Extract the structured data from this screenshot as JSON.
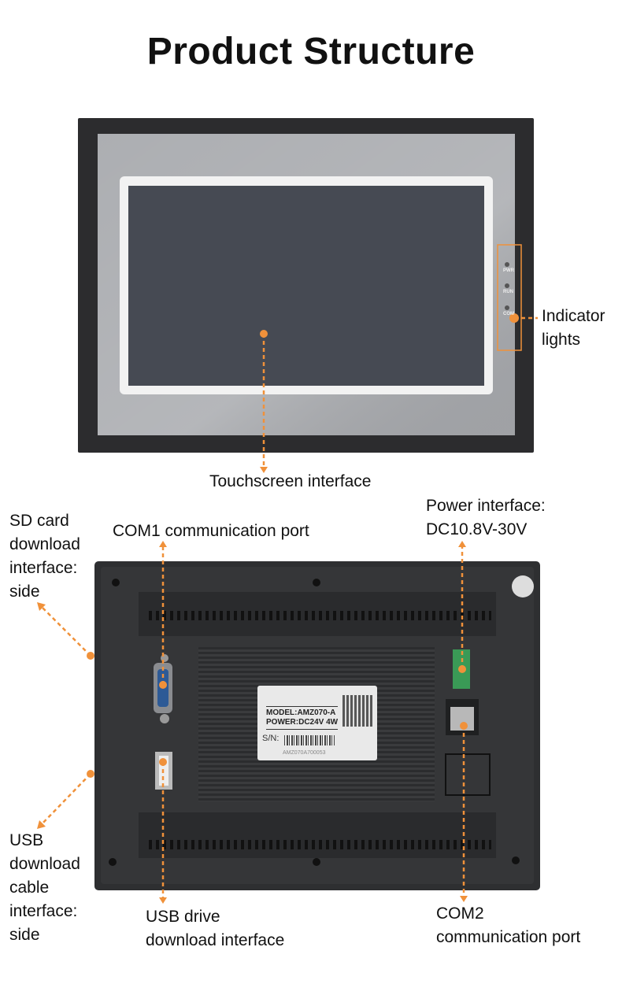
{
  "title": "Product Structure",
  "accent_color": "#f0913a",
  "callouts": {
    "touchscreen": "Touchscreen interface",
    "indicator": [
      "Indicator",
      "lights"
    ],
    "sd_card": [
      "SD card",
      "download",
      "interface:",
      "side"
    ],
    "com1": "COM1 communication port",
    "power": [
      "Power interface:",
      "DC10.8V-30V"
    ],
    "usb_cable": [
      "USB",
      "download",
      "cable",
      "interface:",
      "side"
    ],
    "usb_drive": [
      "USB drive",
      "download interface"
    ],
    "com2": [
      "COM2",
      "communication port"
    ]
  },
  "indicator_leds": [
    "PWR",
    "RUN",
    "COM"
  ],
  "sticker": {
    "model": "MODEL:AMZ070-A",
    "power": "POWER:DC24V 4W",
    "sn_label": "S/N:",
    "sn_value": "AMZ070A700053"
  }
}
